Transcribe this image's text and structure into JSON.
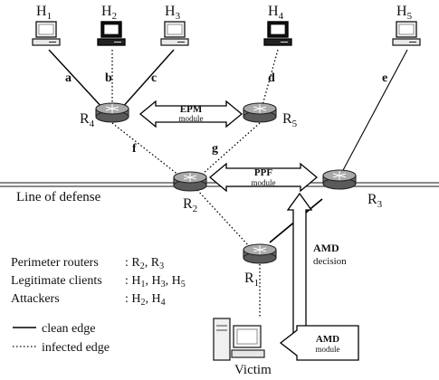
{
  "hosts": [
    {
      "label": "H",
      "sub": "1",
      "kind": "legitimate"
    },
    {
      "label": "H",
      "sub": "2",
      "kind": "attacker"
    },
    {
      "label": "H",
      "sub": "3",
      "kind": "legitimate"
    },
    {
      "label": "H",
      "sub": "4",
      "kind": "attacker"
    },
    {
      "label": "H",
      "sub": "5",
      "kind": "legitimate"
    }
  ],
  "routers": [
    {
      "label": "R",
      "sub": "4"
    },
    {
      "label": "R",
      "sub": "5"
    },
    {
      "label": "R",
      "sub": "2"
    },
    {
      "label": "R",
      "sub": "3"
    },
    {
      "label": "R",
      "sub": "1"
    }
  ],
  "edges": [
    {
      "label": "a",
      "style": "clean"
    },
    {
      "label": "b",
      "style": "infected"
    },
    {
      "label": "c",
      "style": "clean"
    },
    {
      "label": "d",
      "style": "infected"
    },
    {
      "label": "e",
      "style": "clean"
    },
    {
      "label": "f",
      "style": "infected"
    },
    {
      "label": "g",
      "style": "infected"
    }
  ],
  "modules": {
    "epm": {
      "title": "EPM",
      "sub": "module"
    },
    "ppf": {
      "title": "PPF",
      "sub": "module"
    },
    "amd": {
      "title": "AMD",
      "sub": "module"
    }
  },
  "amd_decision": {
    "title": "AMD",
    "sub": "decision"
  },
  "line_of_defense": "Line of defense",
  "victim": "Victim",
  "legend": {
    "rows": [
      {
        "label": "Perimeter routers",
        "value": ": R",
        "subs": [
          "2",
          "3"
        ]
      },
      {
        "label": "Legitimate clients",
        "value": ": H",
        "subs": [
          "1",
          "3",
          "5"
        ]
      },
      {
        "label": "Attackers",
        "value": ": H",
        "subs": [
          "2",
          "4"
        ]
      }
    ],
    "clean": "clean edge",
    "infected": "infected edge"
  }
}
